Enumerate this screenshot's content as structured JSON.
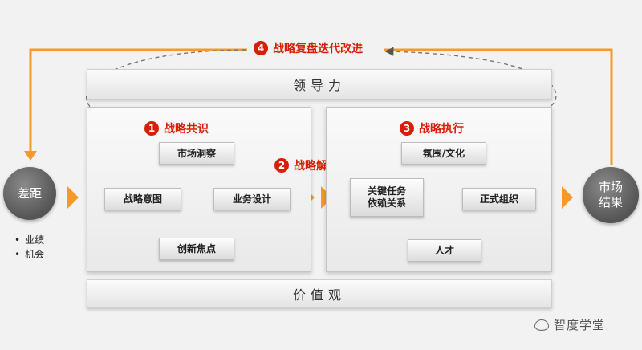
{
  "top_loop": {
    "number": "4",
    "label": "战略复盘迭代改进"
  },
  "leadership_bar": "领导力",
  "values_bar": "价值观",
  "left_panel": {
    "step": {
      "number": "1",
      "label": "战略共识"
    },
    "nodes": {
      "top": "市场洞察",
      "left": "战略意图",
      "right": "业务设计",
      "bottom": "创新焦点"
    }
  },
  "middle_step": {
    "number": "2",
    "label": "战略解码"
  },
  "right_panel": {
    "step": {
      "number": "3",
      "label": "战略执行"
    },
    "nodes": {
      "top": "氛围/文化",
      "left_line1": "关键任务",
      "left_line2": "依赖关系",
      "right": "正式组织",
      "bottom": "人才"
    }
  },
  "gap_circle": "差距",
  "gap_bullets": [
    "业绩",
    "机会"
  ],
  "result_circle_line1": "市场",
  "result_circle_line2": "结果",
  "watermark": "智度学堂",
  "colors": {
    "orange": "#f39a2b",
    "step_red": "#d81e06",
    "circle_grey": "#666666"
  }
}
